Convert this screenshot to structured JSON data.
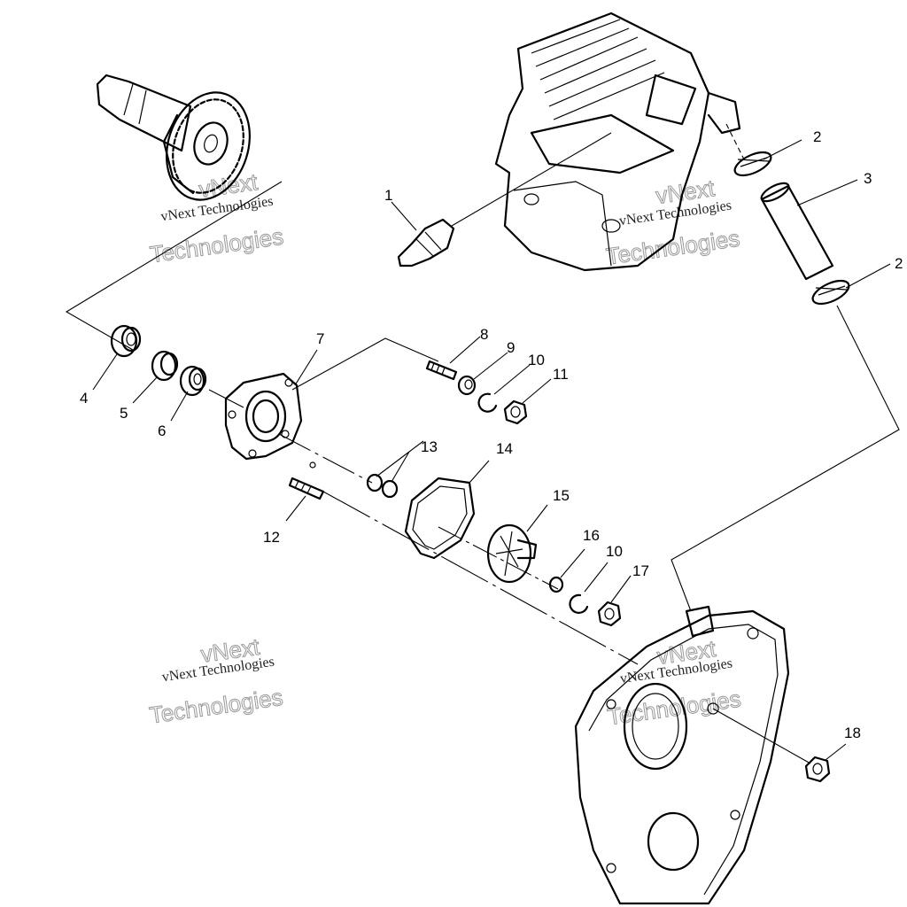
{
  "callouts": [
    {
      "id": "1",
      "text": "1"
    },
    {
      "id": "2a",
      "text": "2"
    },
    {
      "id": "2b",
      "text": "2"
    },
    {
      "id": "3",
      "text": "3"
    },
    {
      "id": "4",
      "text": "4"
    },
    {
      "id": "5",
      "text": "5"
    },
    {
      "id": "6",
      "text": "6"
    },
    {
      "id": "7",
      "text": "7"
    },
    {
      "id": "8",
      "text": "8"
    },
    {
      "id": "9",
      "text": "9"
    },
    {
      "id": "10a",
      "text": "10"
    },
    {
      "id": "11",
      "text": "11"
    },
    {
      "id": "12",
      "text": "12"
    },
    {
      "id": "13",
      "text": "13"
    },
    {
      "id": "14",
      "text": "14"
    },
    {
      "id": "15",
      "text": "15"
    },
    {
      "id": "16",
      "text": "16"
    },
    {
      "id": "10b",
      "text": "10"
    },
    {
      "id": "17",
      "text": "17"
    },
    {
      "id": "18",
      "text": "18"
    }
  ],
  "watermark": {
    "top": "vNext",
    "small": "vNext Technologies",
    "big": "Technologies"
  }
}
